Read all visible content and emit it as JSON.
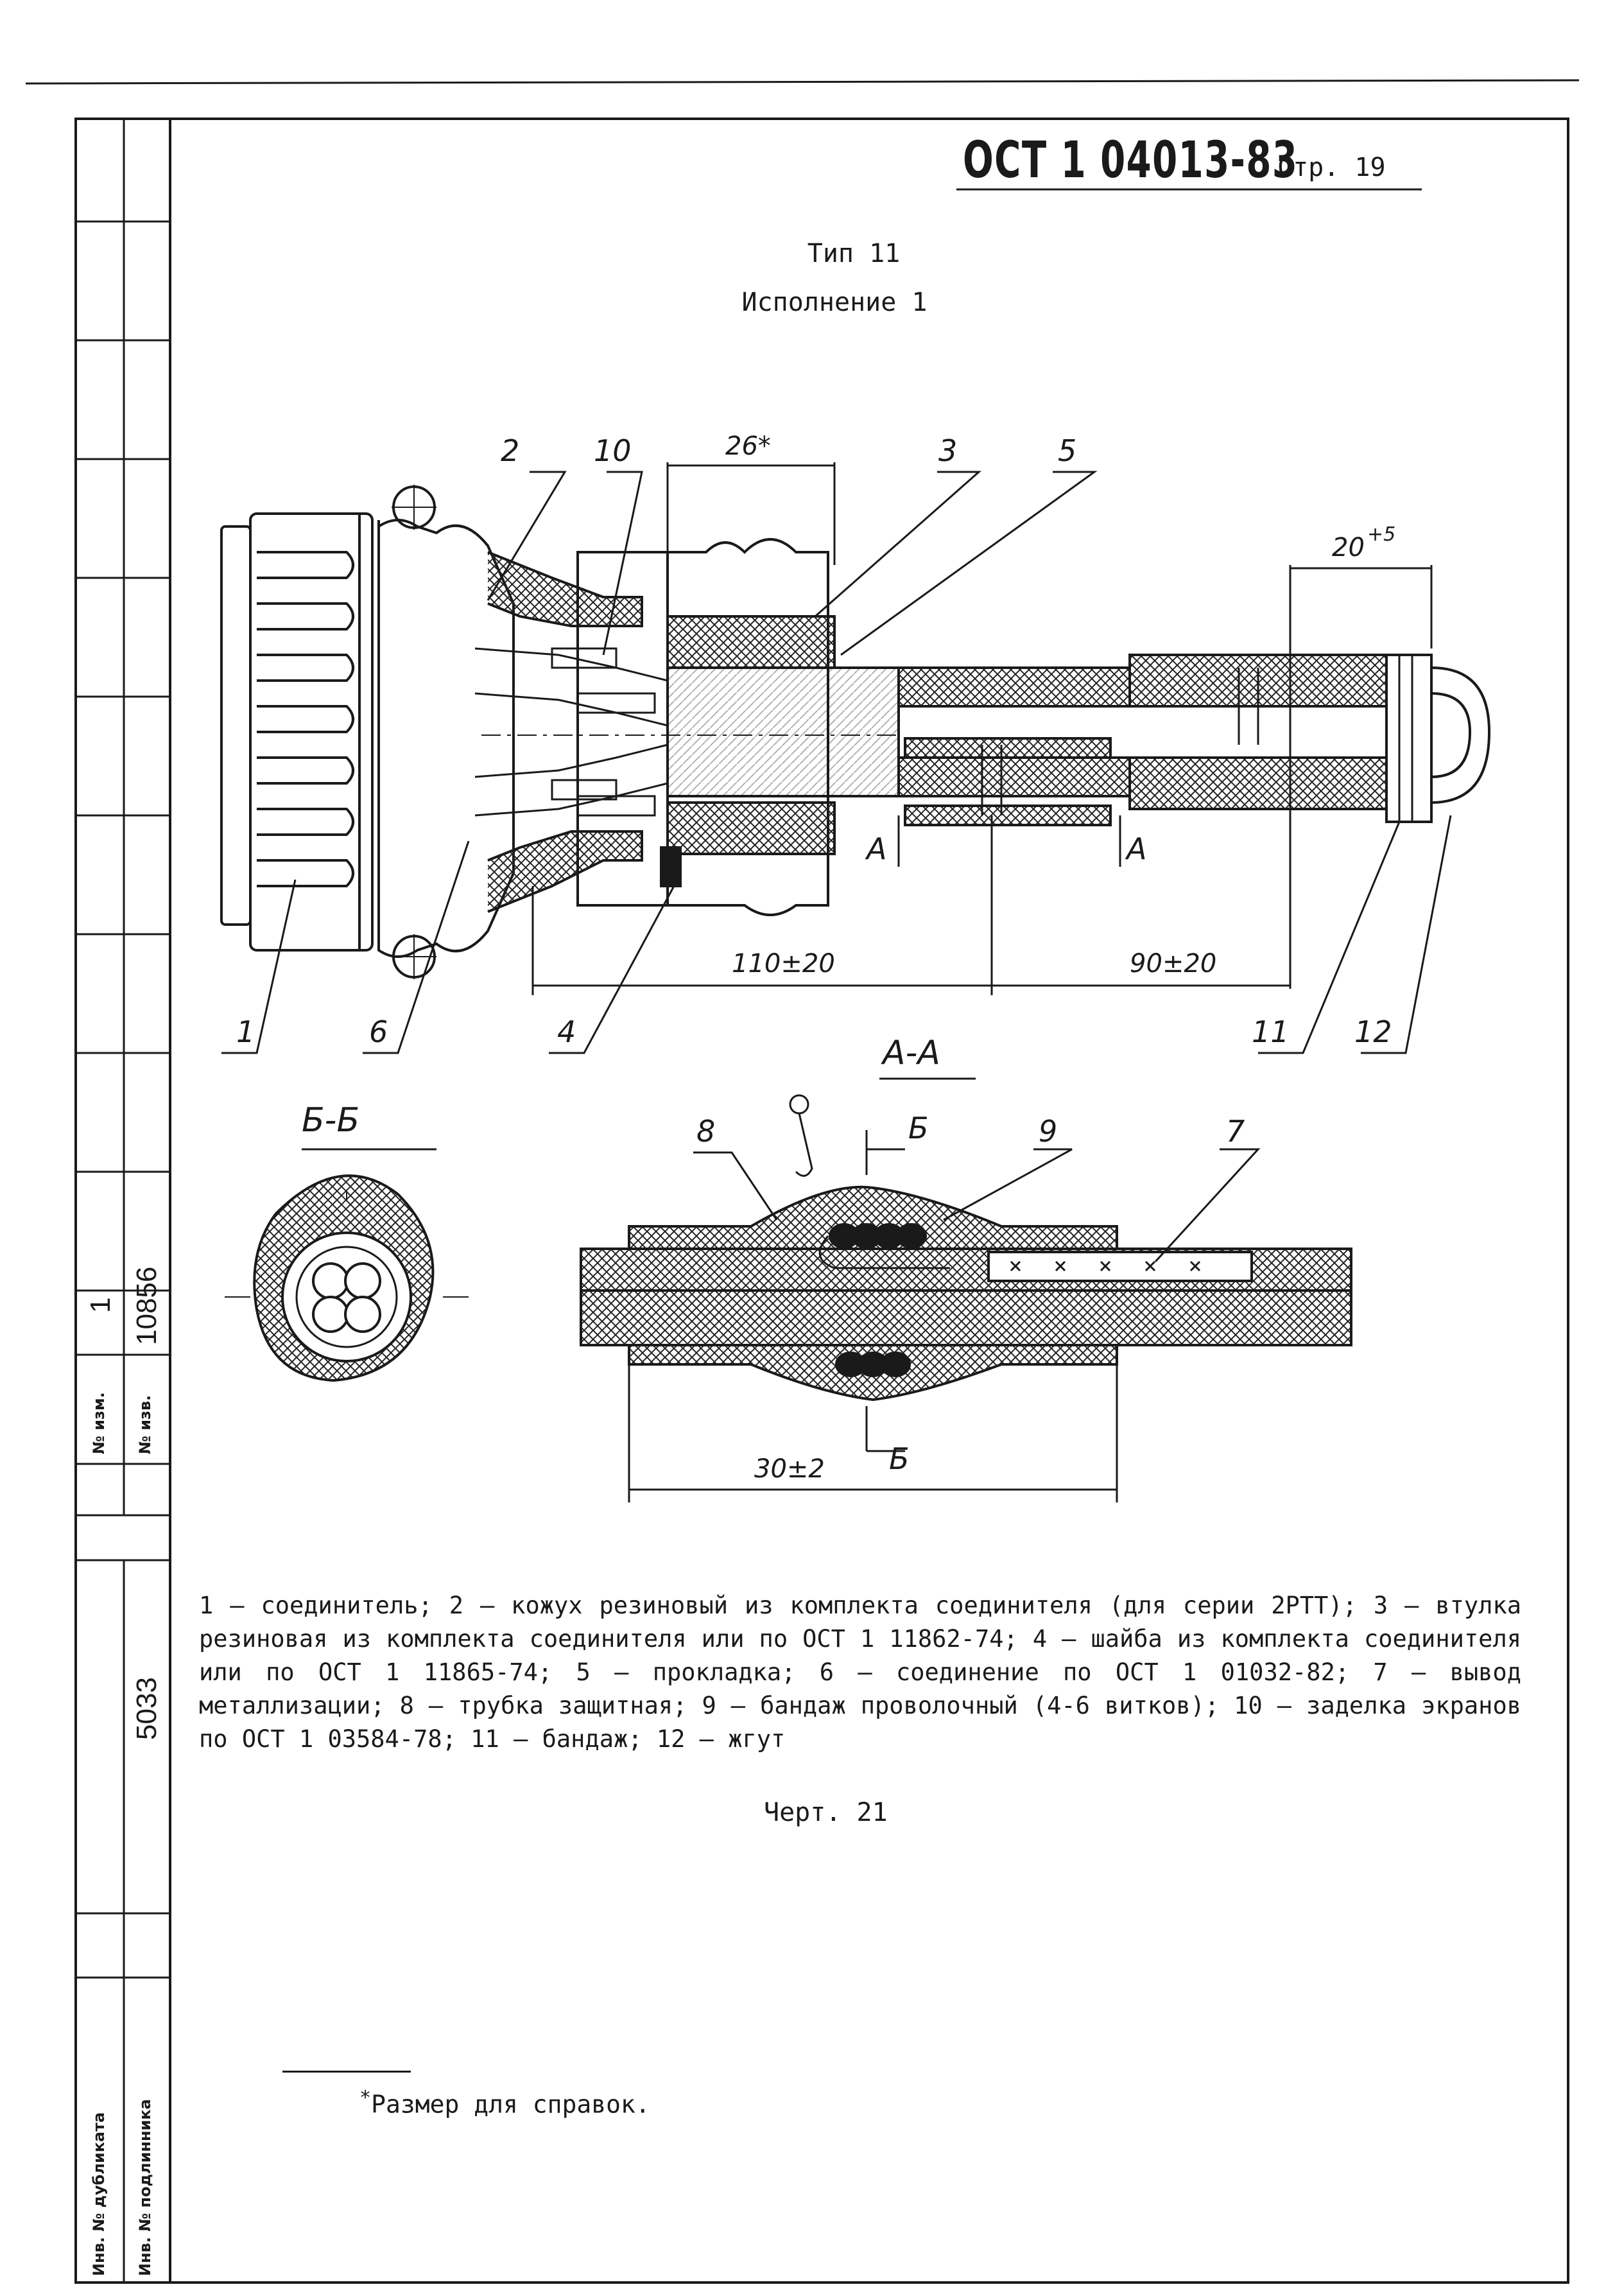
{
  "header": {
    "doc_code": "ОСТ 1 04013-83",
    "page_label": "Стр. 19"
  },
  "titles": {
    "type": "Тип 11",
    "variant": "Исполнение  1"
  },
  "callouts": [
    "1",
    "2",
    "3",
    "4",
    "5",
    "6",
    "7",
    "8",
    "9",
    "10",
    "11",
    "12"
  ],
  "dimensions": {
    "d26": "26*",
    "d20": "20",
    "d20_tol": "+5",
    "d110": "110±20",
    "d90": "90±20",
    "d30": "30±2"
  },
  "section_labels": {
    "aa": "А-А",
    "bb": "Б-Б",
    "a": "А",
    "b": "Б"
  },
  "legend": [
    "1 – соединитель; 2 – кожух резиновый из комплекта соединителя (для серии 2РТТ); 3 – втулка резиновая из комплекта соединителя или по ОСТ 1 11862-74; 4 – шайба из комплекта соединителя или по ОСТ 1 11865-74; 5 – прокладка; 6 – соединение по ОСТ 1 01032-82; 7 – вывод металлизации; 8 – трубка защитная; 9 – бандаж проволочный (4-6 витков); 10 – заделка экранов по ОСТ 1 03584-78; 11 – бандаж; 12 – жгут"
  ],
  "chart_label": "Черт. 21",
  "footnote": {
    "mark": "*",
    "text": "Размер для справок."
  },
  "sidebar": {
    "izm_label": "№ изм.",
    "izv_label": "№ изв.",
    "izm_value": "1",
    "izv_value": "10856",
    "inv_value": "5033",
    "dubl_label": "Инв. № дубликата",
    "podl_label": "Инв. № подлинника"
  }
}
